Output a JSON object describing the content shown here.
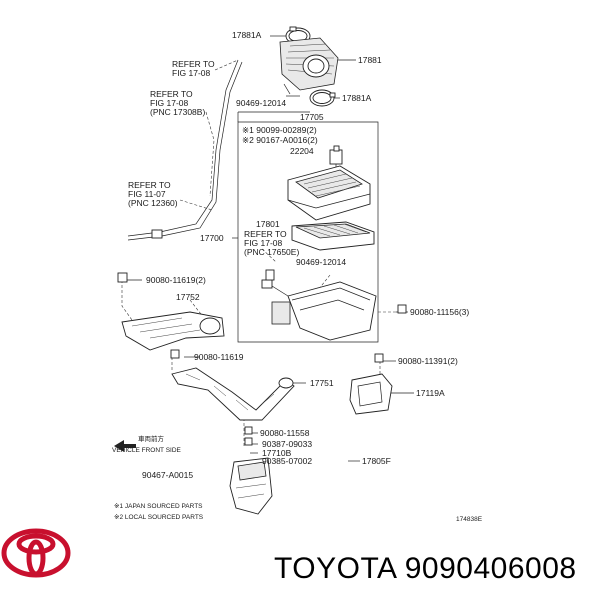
{
  "labels": {
    "p17881a_top": "17881A",
    "p17881": "17881",
    "p17881a_bot": "17881A",
    "p90469_a": "90469-12014",
    "refer1_l1": "REFER TO",
    "refer1_l2": "FIG 17-08",
    "refer2_l1": "REFER TO",
    "refer2_l2": "FIG 17-08",
    "refer2_l3": "(PNC 17308B)",
    "p17705": "17705",
    "p90099": "※1 90099-00289(2)",
    "p90167": "※2 90167-A0016(2)",
    "p22204": "22204",
    "refer3_l1": "REFER TO",
    "refer3_l2": "FIG 11-07",
    "refer3_l3": "(PNC 12360)",
    "p17801": "17801",
    "p17700": "17700",
    "refer4_l1": "REFER TO",
    "refer4_l2": "FIG 17-08",
    "refer4_l3": "(PNC 17650E)",
    "p90469_b": "90469-12014",
    "p90080_11619_2": "90080-11619(2)",
    "p17752": "17752",
    "p90080_11156": "90080-11156(3)",
    "p90080_11619": "90080-11619",
    "p90080_11391": "90080-11391(2)",
    "p17751": "17751",
    "p17119a": "17119A",
    "p90080_11558": "90080-11558",
    "p90387": "90387-09033",
    "p17710b": "17710B",
    "p90385": "90385-07002",
    "p17805f": "17805F",
    "p90467": "90467-A0015",
    "front_jp": "車両前方",
    "front_en": "VEHICLE FRONT SIDE",
    "note1": "※1 JAPAN SOURCED PARTS",
    "note2": "※2 LOCAL SOURCED PARTS",
    "fig_no": "174838E"
  },
  "brand": {
    "caption": "TOYOTA 9090406008",
    "logo_icon": "toyota-logo-icon",
    "logo_color": "#c8102e"
  }
}
